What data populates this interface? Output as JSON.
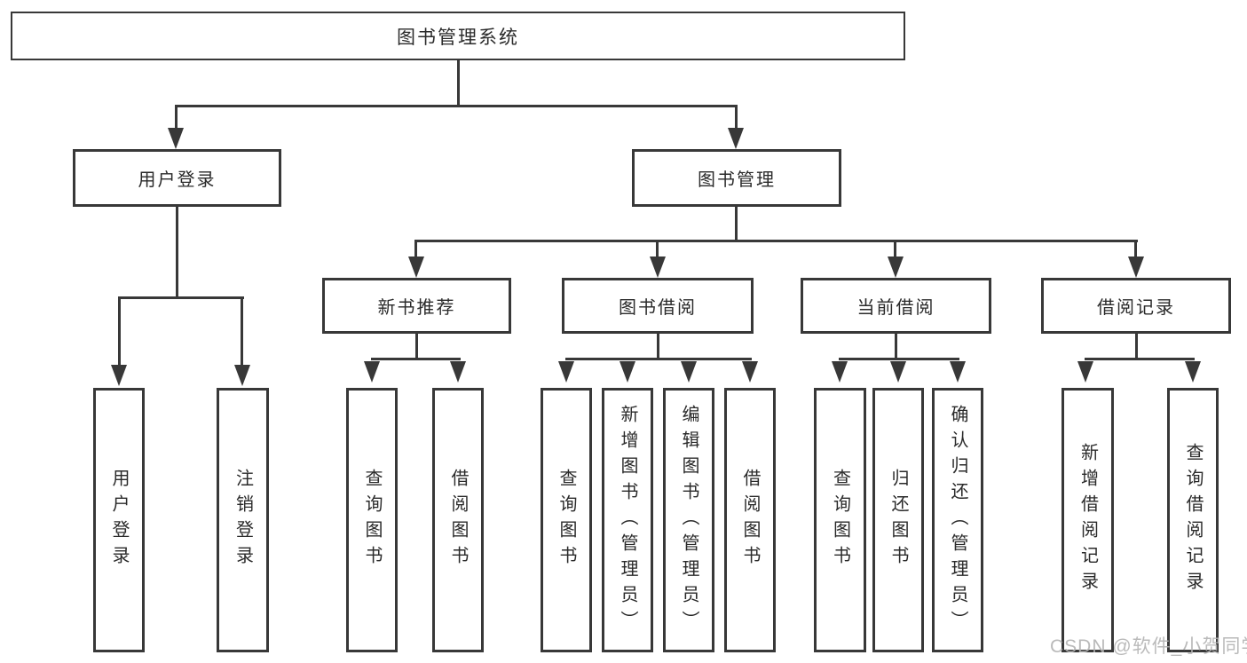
{
  "tree": {
    "root": {
      "label": "图书管理系统"
    },
    "branches": [
      {
        "label": "用户登录",
        "children": [
          {
            "label": "用户登录"
          },
          {
            "label": "注销登录"
          }
        ]
      },
      {
        "label": "图书管理",
        "children": [
          {
            "label": "新书推荐",
            "children": [
              {
                "label": "查询图书"
              },
              {
                "label": "借阅图书"
              }
            ]
          },
          {
            "label": "图书借阅",
            "children": [
              {
                "label": "查询图书"
              },
              {
                "label": "新增图书（管理员）"
              },
              {
                "label": "编辑图书（管理员）"
              },
              {
                "label": "借阅图书"
              }
            ]
          },
          {
            "label": "当前借阅",
            "children": [
              {
                "label": "查询图书"
              },
              {
                "label": "归还图书"
              },
              {
                "label": "确认归还（管理员）"
              }
            ]
          },
          {
            "label": "借阅记录",
            "children": [
              {
                "label": "新增借阅记录"
              },
              {
                "label": "查询借阅记录"
              }
            ]
          }
        ]
      }
    ]
  },
  "watermark": {
    "text": "CSDN @软件_小贺同学"
  },
  "colors": {
    "line": "#383838",
    "text": "#2a2a2a",
    "watermark": "#b2b2b2",
    "background": "#ffffff"
  }
}
